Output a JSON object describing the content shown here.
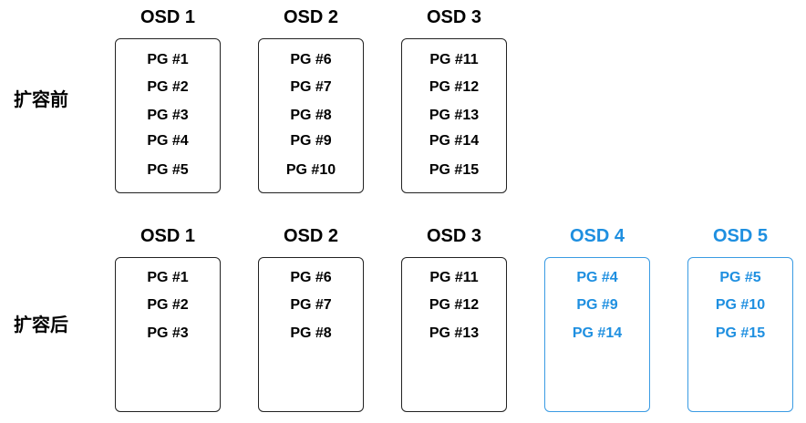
{
  "rows": [
    {
      "label": "扩容前",
      "osds": [
        {
          "name": "OSD 1",
          "pgs": [
            "PG #1",
            "PG #2",
            "PG #3",
            "PG #4",
            "PG #5"
          ],
          "new": false
        },
        {
          "name": "OSD 2",
          "pgs": [
            "PG #6",
            "PG #7",
            "PG #8",
            "PG #9",
            "PG #10"
          ],
          "new": false
        },
        {
          "name": "OSD 3",
          "pgs": [
            "PG #11",
            "PG #12",
            "PG #13",
            "PG #14",
            "PG #15"
          ],
          "new": false
        }
      ]
    },
    {
      "label": "扩容后",
      "osds": [
        {
          "name": "OSD 1",
          "pgs": [
            "PG #1",
            "PG #2",
            "PG #3"
          ],
          "new": false
        },
        {
          "name": "OSD 2",
          "pgs": [
            "PG #6",
            "PG #7",
            "PG #8"
          ],
          "new": false
        },
        {
          "name": "OSD 3",
          "pgs": [
            "PG #11",
            "PG #12",
            "PG #13"
          ],
          "new": false
        },
        {
          "name": "OSD 4",
          "pgs": [
            "PG #4",
            "PG #9",
            "PG #14"
          ],
          "new": true
        },
        {
          "name": "OSD 5",
          "pgs": [
            "PG #5",
            "PG #10",
            "PG #15"
          ],
          "new": true
        }
      ]
    }
  ],
  "colors": {
    "existing": "#000000",
    "new": "#1E8FE0"
  }
}
